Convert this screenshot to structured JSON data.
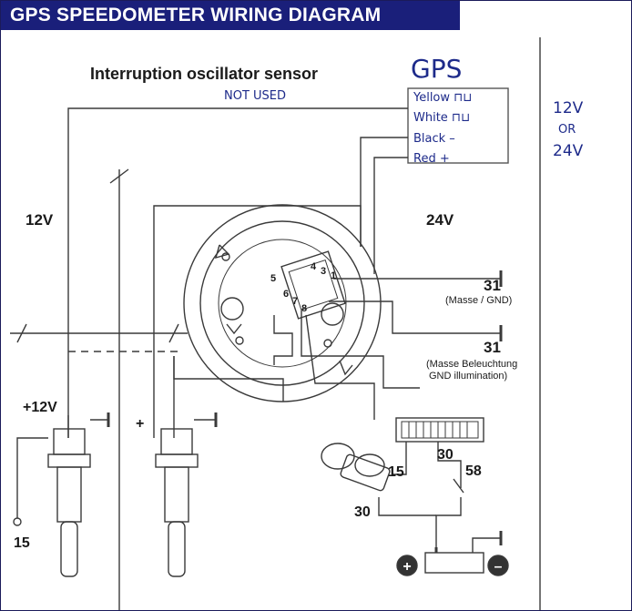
{
  "title": "GPS SPEEDOMETER WIRING DIAGRAM",
  "sensor_heading": "Interruption oscillator sensor",
  "not_used_note": "NOT USED",
  "gps": {
    "label": "GPS",
    "wires": [
      "Yellow ⊓⊔",
      "White ⊓⊔",
      "Black –",
      "Red +"
    ],
    "voltage": [
      "12V",
      "OR",
      "24V"
    ]
  },
  "voltages": {
    "left": "12V",
    "right": "24V"
  },
  "gauge": {
    "pins": [
      "5",
      "6",
      "7",
      "8",
      "4",
      "3",
      "1"
    ]
  },
  "grounds": {
    "g31_a": "31",
    "g31_a_note": "(Masse / GND)",
    "g31_b": "31",
    "g31_b_note": [
      "(Masse Beleuchtung",
      "GND illumination)"
    ]
  },
  "sensors": {
    "left_plus": "+12V",
    "right_plus": "+",
    "left_15": "15"
  },
  "switch": {
    "t15": "15",
    "t30_top": "30",
    "t58": "58",
    "t30_bottom": "30"
  },
  "battery": {
    "plus": "+",
    "minus": "–"
  }
}
